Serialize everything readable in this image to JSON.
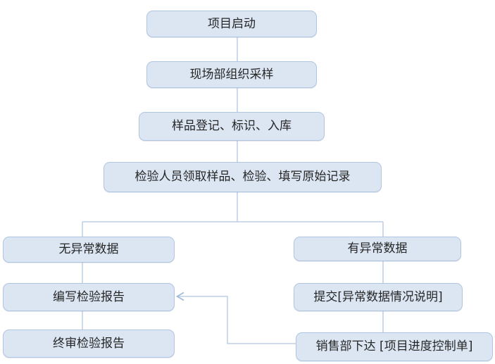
{
  "colors": {
    "box_fill": "#dce6f3",
    "box_border": "#b0c5e0",
    "connector": "#b0c5e0",
    "arrow": "#9db8d8",
    "text": "#262626",
    "background": "#ffffff"
  },
  "flowchart": {
    "nodes": {
      "start": {
        "label": "项目启动"
      },
      "sampling": {
        "label": "现场部组织采样"
      },
      "registration": {
        "label": "样品登记、标识、入库"
      },
      "inspection": {
        "label": "检验人员领取样品、检验、填写原始记录"
      },
      "no_abnormal": {
        "label": "无异常数据"
      },
      "abnormal": {
        "label": "有异常数据"
      },
      "write_report": {
        "label": "编写检验报告"
      },
      "submit_note": {
        "label": "提交[异常数据情况说明]"
      },
      "final_review": {
        "label": "终审检验报告"
      },
      "sales_issue": {
        "label": "销售部下达 [项目进度控制单]"
      }
    },
    "edges": [
      {
        "from": "start",
        "to": "sampling",
        "style": "plain"
      },
      {
        "from": "sampling",
        "to": "registration",
        "style": "plain"
      },
      {
        "from": "registration",
        "to": "inspection",
        "style": "plain"
      },
      {
        "from": "inspection",
        "to": "no_abnormal",
        "style": "branch"
      },
      {
        "from": "inspection",
        "to": "abnormal",
        "style": "branch"
      },
      {
        "from": "no_abnormal",
        "to": "write_report",
        "style": "plain"
      },
      {
        "from": "write_report",
        "to": "final_review",
        "style": "plain"
      },
      {
        "from": "abnormal",
        "to": "submit_note",
        "style": "plain"
      },
      {
        "from": "submit_note",
        "to": "sales_issue",
        "style": "plain"
      },
      {
        "from": "sales_issue",
        "to": "write_report",
        "style": "arrow-left"
      }
    ]
  }
}
